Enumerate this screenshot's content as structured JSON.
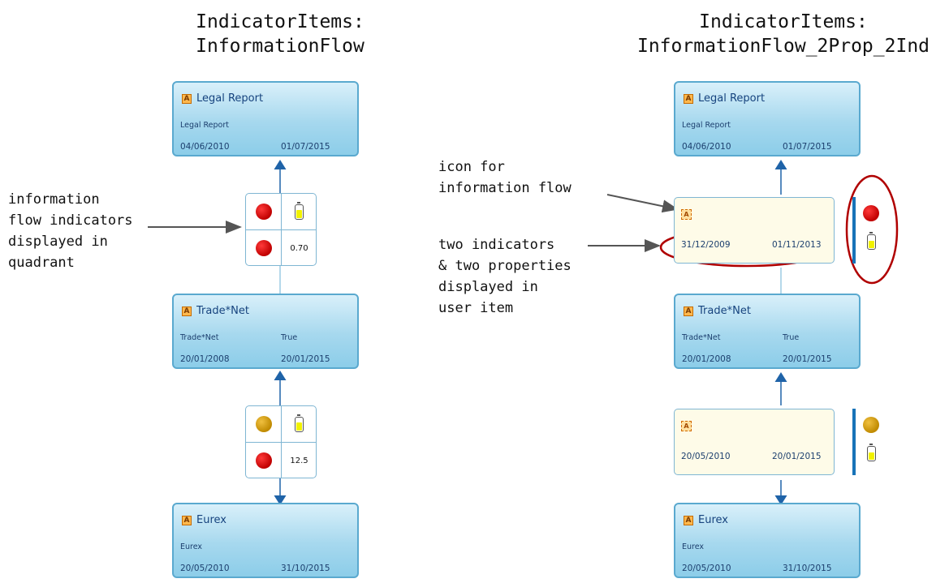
{
  "left": {
    "heading": [
      "IndicatorItems:",
      "InformationFlow"
    ],
    "annotation": [
      "information",
      "flow indicators",
      "displayed in",
      "quadrant"
    ],
    "nodes": [
      {
        "title": "Legal Report",
        "prop1": "Legal Report",
        "prop2": "",
        "date1": "04/06/2010",
        "date2": "01/07/2015"
      },
      {
        "title": "Trade*Net",
        "prop1": "Trade*Net",
        "prop2": "True",
        "date1": "20/01/2008",
        "date2": "20/01/2015"
      },
      {
        "title": "Eurex",
        "prop1": "Eurex",
        "prop2": "",
        "date1": "20/05/2010",
        "date2": "31/10/2015"
      }
    ],
    "quadrants": [
      {
        "dot1": "red",
        "dot2": "red",
        "value": "0.70",
        "battery_level": 0.55
      },
      {
        "dot1": "amber",
        "dot2": "red",
        "value": "12.5",
        "battery_level": 0.55
      }
    ]
  },
  "right": {
    "heading": [
      "IndicatorItems:",
      "InformationFlow_2Prop_2Ind"
    ],
    "annotation_icon": [
      "icon for",
      "information flow"
    ],
    "annotation_props": [
      "two indicators",
      "& two properties",
      "displayed in",
      "user item"
    ],
    "nodes": [
      {
        "title": "Legal Report",
        "prop1": "Legal Report",
        "prop2": "",
        "date1": "04/06/2010",
        "date2": "01/07/2015"
      },
      {
        "title": "Trade*Net",
        "prop1": "Trade*Net",
        "prop2": "True",
        "date1": "20/01/2008",
        "date2": "20/01/2015"
      },
      {
        "title": "Eurex",
        "prop1": "Eurex",
        "prop2": "",
        "date1": "20/05/2010",
        "date2": "31/10/2015"
      }
    ],
    "flows": [
      {
        "date1": "31/12/2009",
        "date2": "01/11/2013",
        "ind1": "red",
        "battery_level": 0.55
      },
      {
        "date1": "20/05/2010",
        "date2": "20/01/2015",
        "ind1": "amber",
        "battery_level": 0.55
      }
    ]
  },
  "colors": {
    "red": "#c00000",
    "amber": "#c08a00",
    "node_border": "#5aa9cf",
    "flow_line": "#1873b8",
    "callout": "#b00000"
  },
  "icons": {
    "item_icon": "A",
    "flow_icon": "-A+"
  }
}
